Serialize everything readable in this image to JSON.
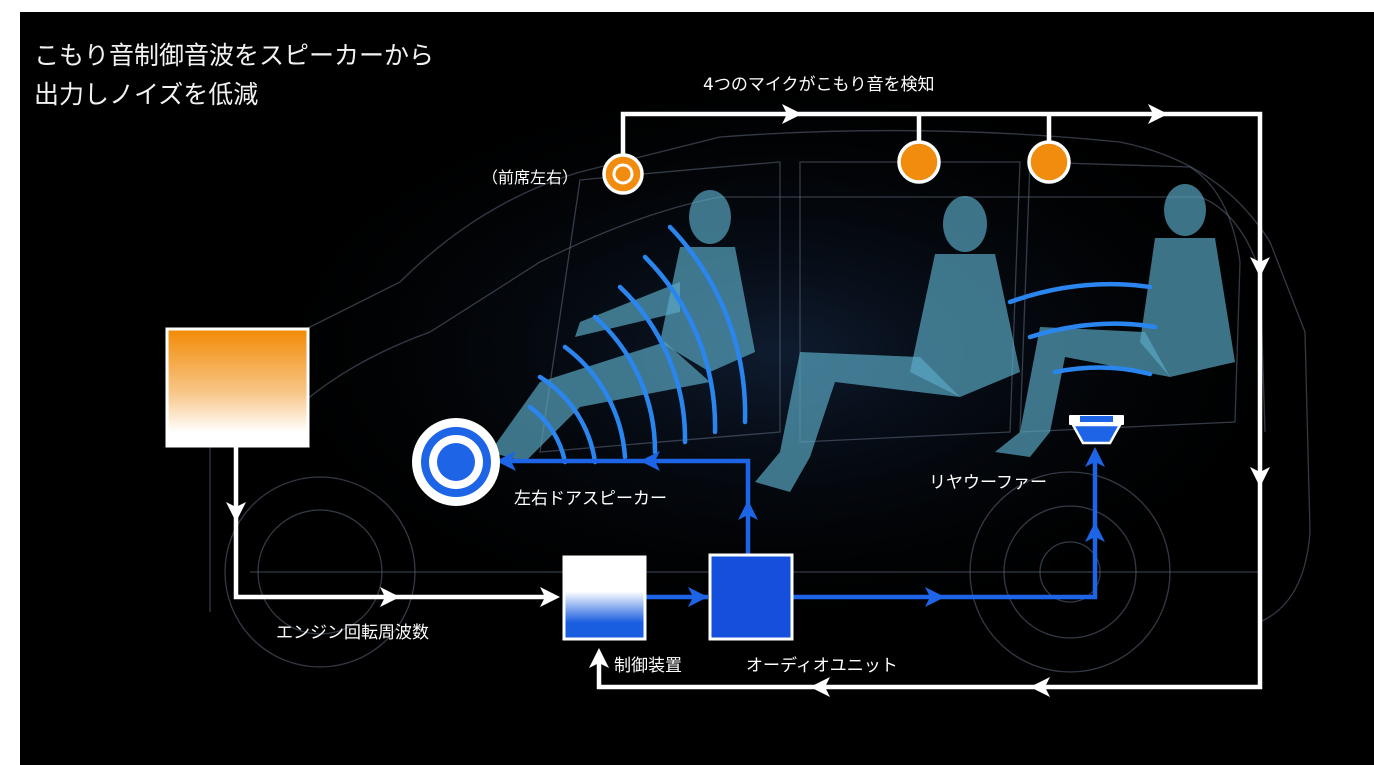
{
  "headline": {
    "line1": "こもり音制御音波をスピーカーから",
    "line2": "出力しノイズを低減"
  },
  "labels": {
    "microphones": "4つのマイクがこもり音を検知",
    "front_mics": "（前席左右）",
    "door_speakers": "左右ドアスピーカー",
    "rear_woofer": "リヤウーファー",
    "engine_frequency": "エンジン回転周波数",
    "control_unit": "制御装置",
    "audio_unit": "オーディオユニット"
  },
  "colors": {
    "background": "#000000",
    "signal_white": "#ffffff",
    "signal_blue": "#1e64e6",
    "mic_orange": "#f28c0f",
    "wave_blue": "#2a86ee",
    "occupant": "#5aa9c6",
    "engine_gradient_top": "#f28a05",
    "control_gradient_bottom": "#1a5ee0",
    "audio_unit": "#1550dc"
  },
  "icons": {
    "microphone": "orange-circle-icon",
    "front_microphone": "ring-microphone-icon",
    "door_speaker": "concentric-circle-speaker-icon",
    "rear_woofer": "woofer-icon",
    "engine_source": "engine-signal-box",
    "control_unit": "control-unit-box",
    "audio_unit": "audio-unit-box"
  }
}
